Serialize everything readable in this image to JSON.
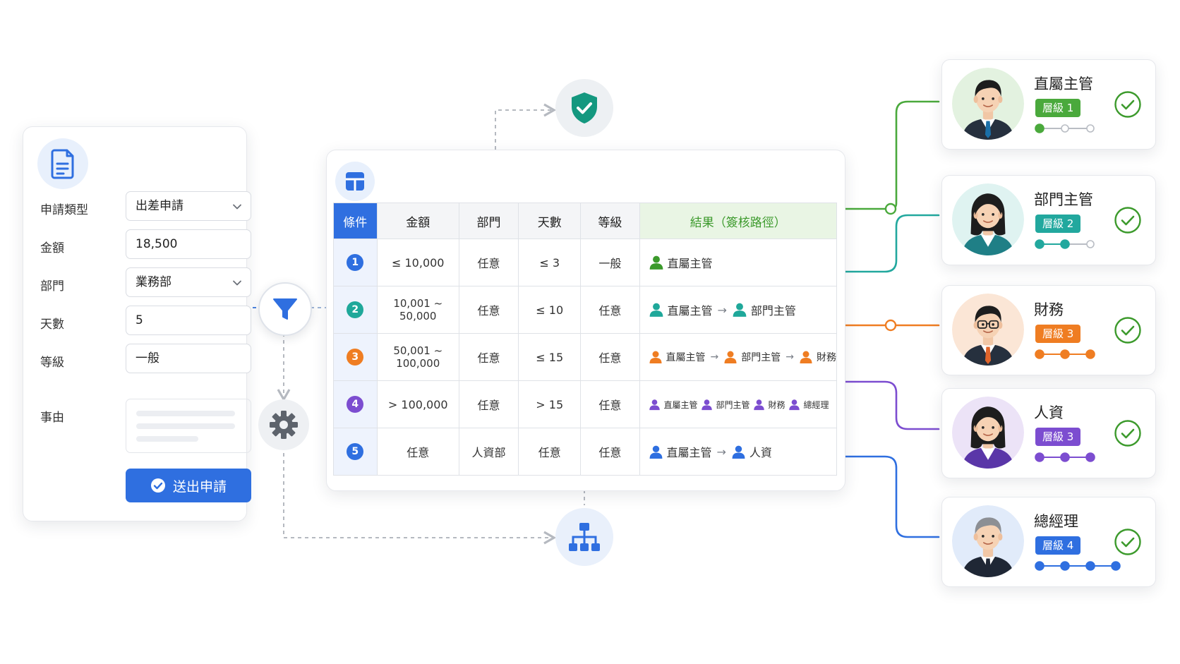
{
  "form": {
    "fields": [
      {
        "label": "申請類型",
        "value": "出差申請",
        "kind": "select"
      },
      {
        "label": "金額",
        "value": "18,500",
        "kind": "input"
      },
      {
        "label": "部門",
        "value": "業務部",
        "kind": "select"
      },
      {
        "label": "天數",
        "value": "5",
        "kind": "input"
      },
      {
        "label": "等級",
        "value": "一般",
        "kind": "input"
      }
    ],
    "reason_label": "事由",
    "submit_label": "送出申請"
  },
  "table": {
    "headers": [
      "條件",
      "金額",
      "部門",
      "天數",
      "等級",
      "結果（簽核路徑）"
    ],
    "rows": [
      {
        "num": "1",
        "color": "#2f6fe0",
        "amount": "≤ 10,000",
        "dept": "任意",
        "days": "≤ 3",
        "level": "一般",
        "steps": [
          "直屬主管"
        ],
        "step_color": "#3c9a2c"
      },
      {
        "num": "2",
        "color": "#1fa89a",
        "amount": "10,001 ~ 50,000",
        "dept": "任意",
        "days": "≤ 10",
        "level": "任意",
        "steps": [
          "直屬主管",
          "部門主管"
        ],
        "step_color": "#1fa89a"
      },
      {
        "num": "3",
        "color": "#ef7d22",
        "amount": "50,001 ~ 100,000",
        "dept": "任意",
        "days": "≤ 15",
        "level": "任意",
        "steps": [
          "直屬主管",
          "部門主管",
          "財務"
        ],
        "step_color": "#ef7d22"
      },
      {
        "num": "4",
        "color": "#7c4dd0",
        "amount": "> 100,000",
        "dept": "任意",
        "days": "> 15",
        "level": "任意",
        "steps": [
          "直屬主管",
          "部門主管",
          "財務",
          "總經理"
        ],
        "step_color": "#7c4dd0"
      },
      {
        "num": "5",
        "color": "#2f6fe0",
        "amount": "任意",
        "dept": "人資部",
        "days": "任意",
        "level": "任意",
        "steps": [
          "直屬主管",
          "人資"
        ],
        "step_color": "#2f6fe0"
      }
    ]
  },
  "approvers": [
    {
      "title": "直屬主管",
      "level": "層級 1",
      "color": "#4aa93c",
      "progress": 1,
      "total": 3,
      "avatar_bg": "#e3f2e0",
      "hair": "#1d1d1d",
      "gender": "m",
      "suit": "#26303e",
      "tie": "#1a6fa8",
      "glasses": false
    },
    {
      "title": "部門主管",
      "level": "層級 2",
      "color": "#22a89e",
      "progress": 2,
      "total": 3,
      "avatar_bg": "#dff3f1",
      "hair": "#1d1d1d",
      "gender": "f",
      "suit": "#1f7f86",
      "tie": "",
      "glasses": false
    },
    {
      "title": "財務",
      "level": "層級 3",
      "color": "#ef7d22",
      "progress": 3,
      "total": 3,
      "avatar_bg": "#fbe6d6",
      "hair": "#1d1d1d",
      "gender": "m",
      "suit": "#26303e",
      "tie": "#e0642a",
      "glasses": true
    },
    {
      "title": "人資",
      "level": "層級 3",
      "color": "#7c4dd0",
      "progress": 3,
      "total": 3,
      "avatar_bg": "#ece3f7",
      "hair": "#1d1d1d",
      "gender": "f",
      "suit": "#5a36a8",
      "tie": "",
      "glasses": false
    },
    {
      "title": "總經理",
      "level": "層級 4",
      "color": "#2f6fe0",
      "progress": 4,
      "total": 4,
      "avatar_bg": "#e1ebfa",
      "hair": "#8c8f94",
      "gender": "m",
      "suit": "#1f2735",
      "tie": "#1f2735",
      "glasses": false
    }
  ],
  "icons": {
    "document": "document-icon",
    "shield": "shield-check-icon",
    "table": "table-grid-icon",
    "filter": "filter-funnel-icon",
    "settings": "gear-icon",
    "hierarchy": "org-hierarchy-icon",
    "check": "check-circle-icon"
  }
}
